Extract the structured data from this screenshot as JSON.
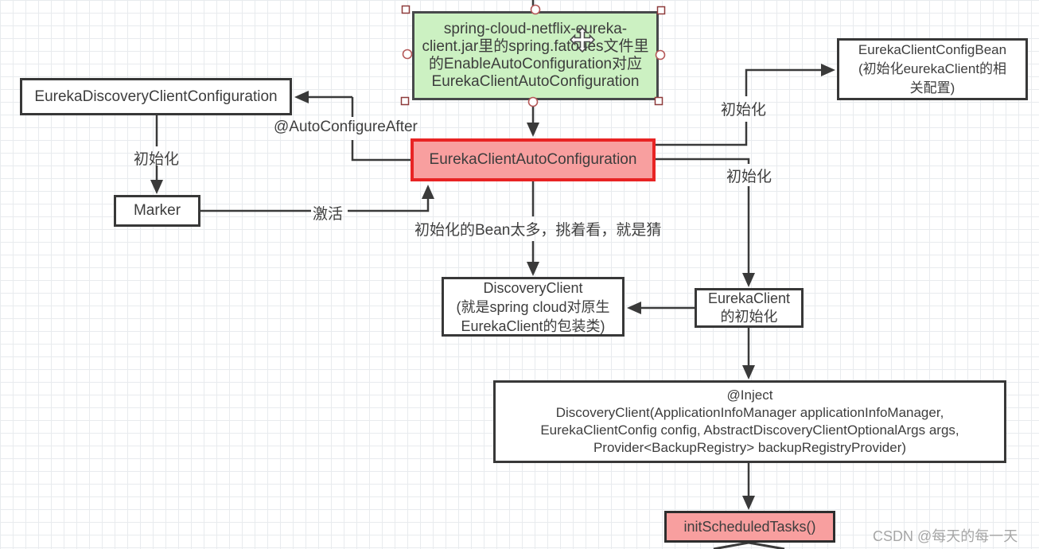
{
  "editor": {
    "selected_node": "green_box",
    "cursor": "move-cursor-icon",
    "selection_handle_icons": [
      "corner-square-handle",
      "edge-circle-handle"
    ]
  },
  "nodes": {
    "green_box": {
      "text": "spring-cloud-netflix-eureka-\nclient.jar里的spring.fatories文件里\n的EnableAutoConfiguration对应\nEurekaClientAutoConfiguration"
    },
    "eureka_discovery": {
      "text": "EurekaDiscoveryClientConfiguration"
    },
    "red_box": {
      "text": "EurekaClientAutoConfiguration"
    },
    "config_bean": {
      "text": "EurekaClientConfigBean\n(初始化eurekaClient的相\n关配置)"
    },
    "marker": {
      "text": "Marker"
    },
    "discovery_client": {
      "text": "DiscoveryClient\n(就是spring cloud对原生\nEurekaClient的包装类)"
    },
    "eureka_client": {
      "text": "EurekaClient\n的初始化"
    },
    "inject": {
      "text": "@Inject\nDiscoveryClient(ApplicationInfoManager applicationInfoManager,\nEurekaClientConfig config, AbstractDiscoveryClientOptionalArgs args,\nProvider<BackupRegistry> backupRegistryProvider)"
    },
    "init_tasks": {
      "text": "initScheduledTasks()"
    }
  },
  "labels": {
    "autoconfigure_after": "@AutoConfigureAfter",
    "init_left": "初始化",
    "activate": "激活",
    "init_top_right": "初始化",
    "init_mid_right": "初始化",
    "bean_note": "初始化的Bean太多，挑着看，就是猜"
  },
  "watermark": "CSDN @每天的每一天",
  "colors": {
    "green_fill": "#ccf1c2",
    "green_border": "#47494b",
    "red_fill": "#f89f9f",
    "red_border": "#e82424",
    "pink_fill": "#f89f9f",
    "box_border": "#383838",
    "line": "#3a3a3a",
    "grid": "#e8ebee",
    "text": "#3d3d3d",
    "watermark": "#a6a6a6",
    "handle_border": "#b55959"
  }
}
